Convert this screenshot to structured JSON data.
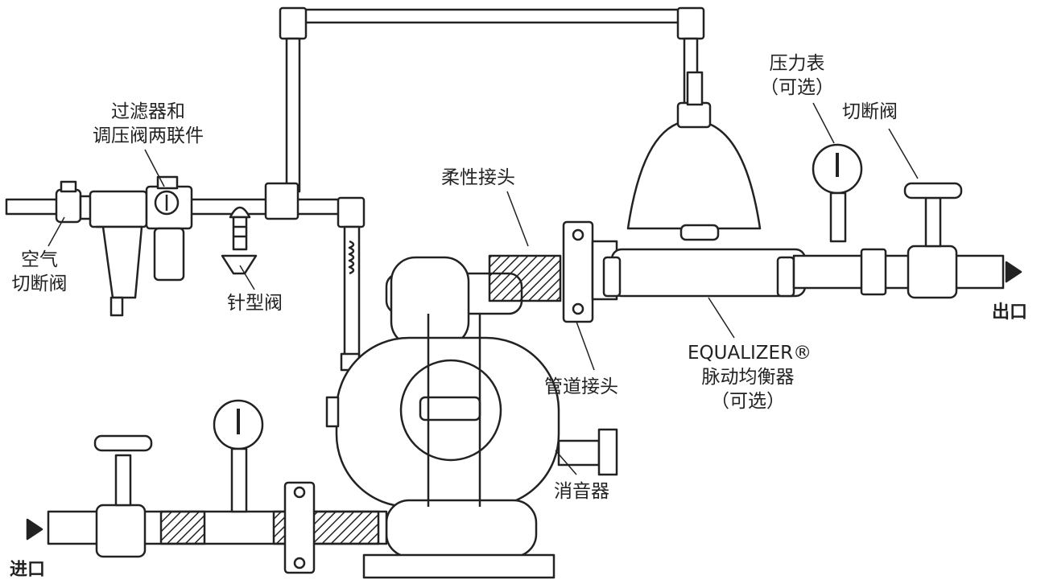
{
  "labels": {
    "filter_regulator_l1": "过滤器和",
    "filter_regulator_l2": "调压阀两联件",
    "air_shutoff_l1": "空气",
    "air_shutoff_l2": "切断阀",
    "needle_valve": "针型阀",
    "flexible_joint": "柔性接头",
    "pressure_gauge_l1": "压力表",
    "pressure_gauge_l2": "（可选）",
    "shutoff_valve": "切断阀",
    "outlet": "出口",
    "inlet": "进口",
    "pipe_joint": "管道接头",
    "equalizer_l1": "EQUALIZER®",
    "equalizer_l2": "脉动均衡器",
    "equalizer_l3": "（可选）",
    "muffler": "消音器"
  },
  "colors": {
    "line": "#222222",
    "background": "#ffffff"
  }
}
